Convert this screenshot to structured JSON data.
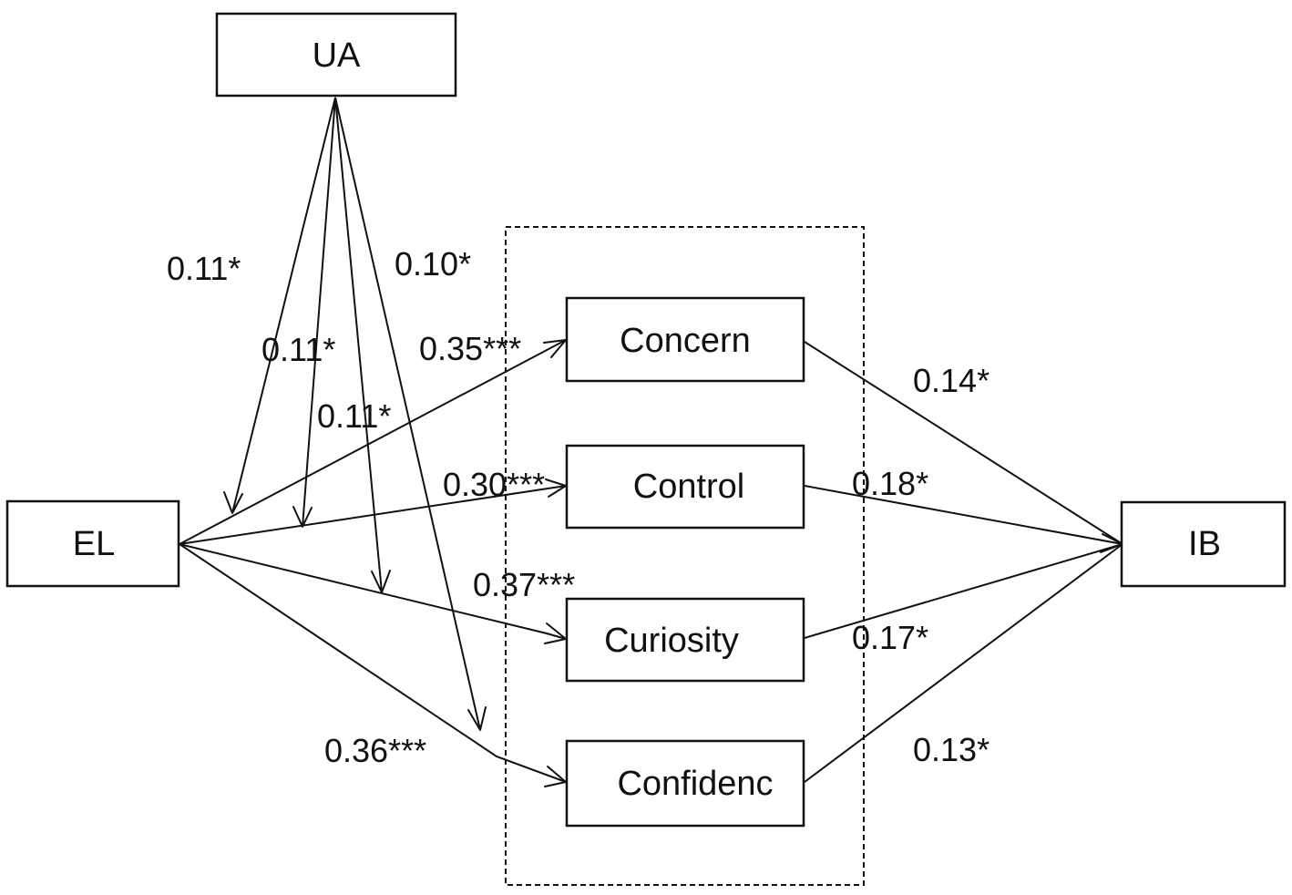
{
  "nodes": {
    "ua": "UA",
    "el": "EL",
    "ib": "IB",
    "concern": "Concern",
    "control": "Control",
    "curiosity": "Curiosity",
    "confidence": "Confidenc"
  },
  "paths": {
    "el_concern": "0.35***",
    "el_control": "0.30***",
    "el_curiosity": "0.37***",
    "el_confidence": "0.36***",
    "concern_ib": "0.14*",
    "control_ib": "0.18*",
    "curiosity_ib": "0.17*",
    "confidence_ib": "0.13*",
    "ua_mod_concern": "0.11*",
    "ua_mod_control": "0.11*",
    "ua_mod_curiosity": "0.11*",
    "ua_mod_confidence": "0.10*"
  }
}
